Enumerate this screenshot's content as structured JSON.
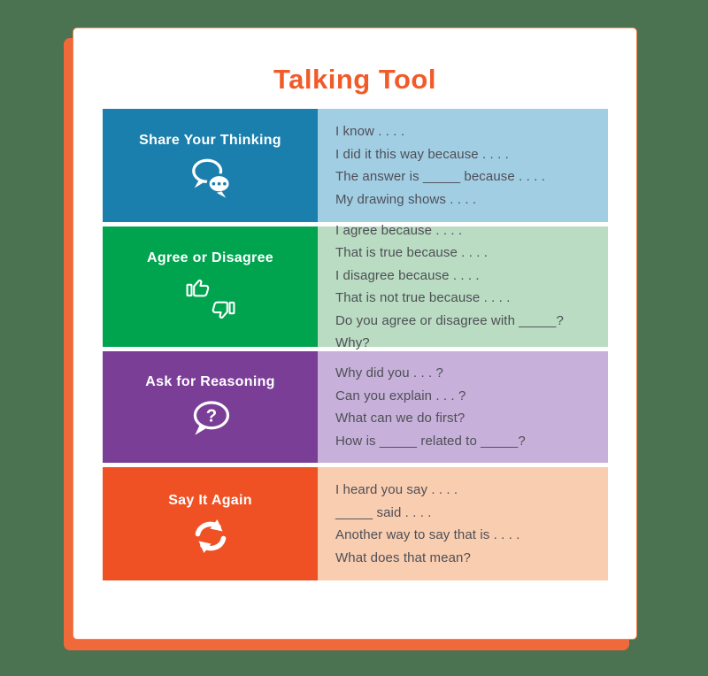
{
  "page": {
    "background_color": "#4B7251",
    "card_color": "#FFFFFF",
    "card_border_color": "#F4824F",
    "shadow_color": "#F0693A"
  },
  "title": "Talking Tool",
  "title_color": "#F15A29",
  "text_color": "#4E4F56",
  "header_text_color": "#FFFFFF",
  "rows": [
    {
      "label": "Share Your Thinking",
      "icon": "speech-bubbles-icon",
      "left_bg": "#1B7FAD",
      "right_bg": "#A2CEE4",
      "prompts": [
        "I know . . . .",
        "I did it this way because . . . .",
        "The answer is _____ because . . . .",
        "My drawing shows . . . ."
      ]
    },
    {
      "label": "Agree or Disagree",
      "icon": "thumbs-up-down-icon",
      "left_bg": "#00A44F",
      "right_bg": "#B9DCC2",
      "prompts": [
        "I agree because . . . .",
        "That is true because . . . .",
        "I disagree because . . . .",
        "That is not true because . . . .",
        "Do you agree or disagree with _____? Why?"
      ]
    },
    {
      "label": "Ask for Reasoning",
      "icon": "question-bubble-icon",
      "icon_glyph": "?",
      "left_bg": "#7B3E97",
      "right_bg": "#C7B0D9",
      "prompts": [
        "Why did you . . . ?",
        "Can you explain . . . ?",
        "What can we do first?",
        "How is _____ related to _____?"
      ]
    },
    {
      "label": "Say It Again",
      "icon": "refresh-arrows-icon",
      "left_bg": "#EF5124",
      "right_bg": "#F9CDB0",
      "prompts": [
        "I heard you say . . . .",
        "_____ said . . . .",
        "Another way to say that is . . . .",
        "What does that mean?"
      ]
    }
  ]
}
